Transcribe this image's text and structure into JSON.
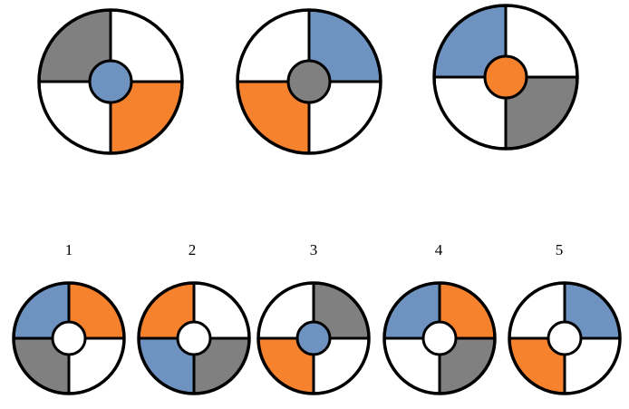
{
  "colors": {
    "blue": "#6f93c1",
    "orange": "#f7822e",
    "gray": "#808080",
    "white": "#ffffff",
    "stroke": "#000000"
  },
  "question": [
    {
      "tl": "gray",
      "tr": "white",
      "bl": "white",
      "br": "orange",
      "center": "blue"
    },
    {
      "tl": "white",
      "tr": "blue",
      "bl": "orange",
      "br": "white",
      "center": "gray"
    },
    {
      "tl": "blue",
      "tr": "white",
      "bl": "white",
      "br": "gray",
      "center": "orange"
    }
  ],
  "options": [
    {
      "label": "1",
      "tl": "blue",
      "tr": "orange",
      "bl": "gray",
      "br": "white",
      "center": "white"
    },
    {
      "label": "2",
      "tl": "orange",
      "tr": "white",
      "bl": "blue",
      "br": "gray",
      "center": "white"
    },
    {
      "label": "3",
      "tl": "white",
      "tr": "gray",
      "bl": "orange",
      "br": "white",
      "center": "blue"
    },
    {
      "label": "4",
      "tl": "blue",
      "tr": "orange",
      "bl": "white",
      "br": "gray",
      "center": "white"
    },
    {
      "label": "5",
      "tl": "white",
      "tr": "blue",
      "bl": "orange",
      "br": "white",
      "center": "white"
    }
  ]
}
